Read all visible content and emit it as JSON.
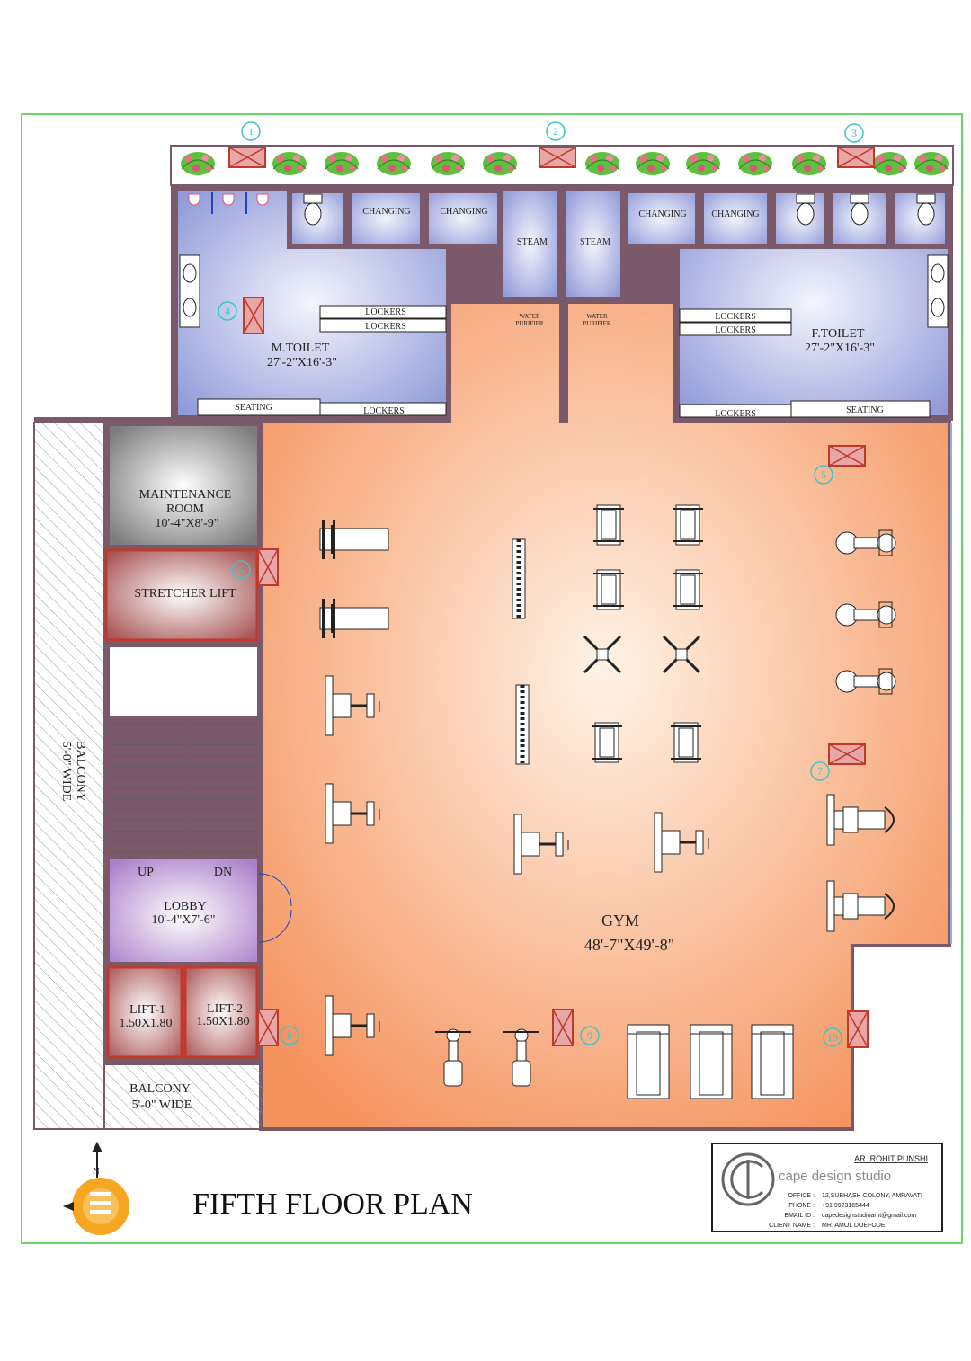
{
  "title": "FIFTH FLOOR PLAN",
  "north_label": "N",
  "colors": {
    "border": "#37c837",
    "wall": "#7a5a6a",
    "gym_center": "#fde8d8",
    "gym_edge": "#f59a6a",
    "toilet_center": "#eef1fb",
    "toilet_edge": "#8f97d6",
    "window_red": "#c0392b",
    "marker_cyan": "#40c4c4"
  },
  "rooms": {
    "m_toilet": {
      "name": "M.TOILET",
      "size": "27'-2\"X16'-3\""
    },
    "f_toilet": {
      "name": "F.TOILET",
      "size": "27'-2\"X16'-3\""
    },
    "gym": {
      "name": "GYM",
      "size": "48'-7\"X49'-8\""
    },
    "maintenance": {
      "name1": "MAINTENANCE",
      "name2": "ROOM",
      "size": "10'-4\"X8'-9\""
    },
    "stretcher": {
      "name": "STRETCHER LIFT"
    },
    "lobby": {
      "name": "LOBBY",
      "size": "10'-4\"X7'-6\"",
      "up": "UP",
      "dn": "DN"
    },
    "lift1": {
      "name": "LIFT-1",
      "size": "1.50X1.80"
    },
    "lift2": {
      "name": "LIFT-2",
      "size": "1.50X1.80"
    },
    "balcony_side": {
      "name": "BALCONY",
      "size": "5'-0\" WIDE"
    },
    "balcony_bottom": {
      "name": "BALCONY",
      "size": "5'-0\" WIDE"
    }
  },
  "labels": {
    "changing": "CHANGING",
    "steam": "STEAM",
    "lockers": "LOCKERS",
    "seating": "SEATING",
    "water": "WATER",
    "purifier": "PURIFIER"
  },
  "markers": [
    "1",
    "2",
    "3",
    "4",
    "5",
    "6",
    "7",
    "8",
    "9",
    "10"
  ],
  "title_block": {
    "architect": "AR. ROHIT PUNSHI",
    "studio": "cape design studio",
    "office_label": "OFFICE :",
    "office_value": "12,SUBHASH COLONY, AMRAVATI",
    "phone_label": "PHONE :",
    "phone_value": "+91 9923165444",
    "email_label": "EMAIL ID :",
    "email_value": "capedesignstudioamt@gmail.com",
    "client_label": "CLIENT NAME :",
    "client_value": "MR. AMOL DOEFODE"
  }
}
